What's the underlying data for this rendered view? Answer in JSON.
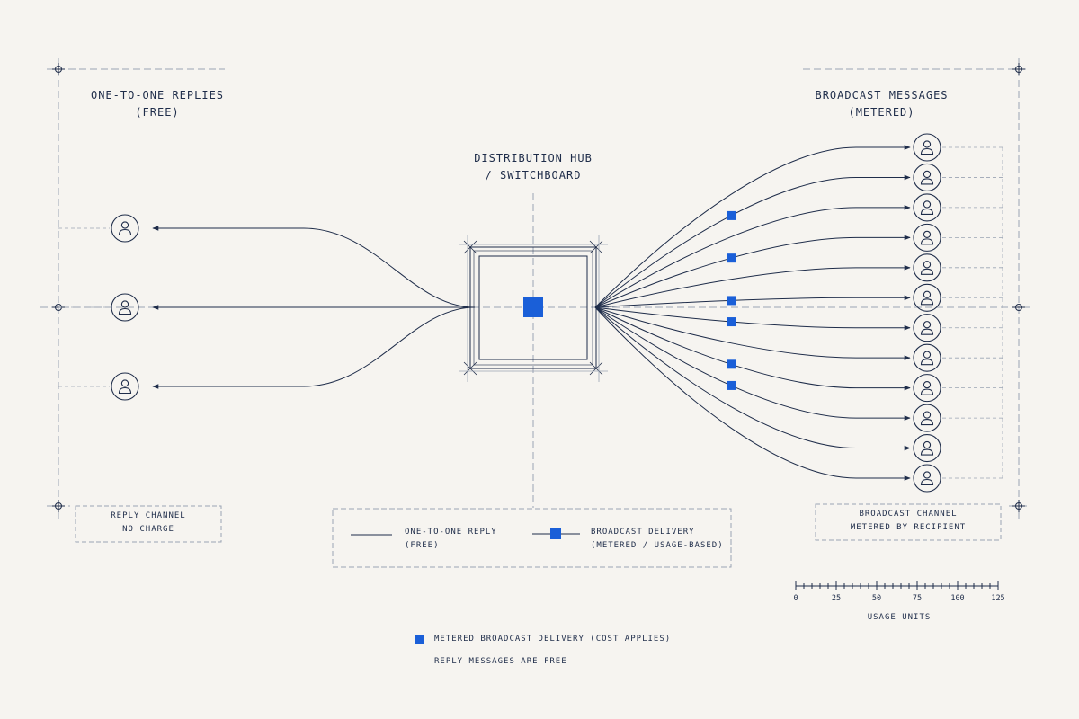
{
  "colors": {
    "background": "#f6f4f0",
    "ink": "#1f2d4a",
    "guide": "#9aa3b3",
    "accent": "#1a5fd8"
  },
  "left_section": {
    "title_line1": "ONE-TO-ONE REPLIES",
    "title_line2": "(FREE)",
    "recipient_count": 3,
    "recipient_icon": "user-circle-icon",
    "note_line1": "REPLY CHANNEL",
    "note_line2": "NO CHARGE"
  },
  "hub": {
    "title_line1": "DISTRIBUTION HUB",
    "title_line2": "/ SWITCHBOARD",
    "icon": "hub-square-icon"
  },
  "right_section": {
    "title_line1": "BROADCAST MESSAGES",
    "title_line2": "(METERED)",
    "recipient_count": 12,
    "recipient_icon": "user-circle-icon",
    "metered_markers_on_lines": [
      2,
      4,
      6,
      7,
      9,
      10
    ],
    "note_line1": "BROADCAST CHANNEL",
    "note_line2": "METERED BY RECIPIENT"
  },
  "legend": {
    "reply_line1": "ONE-TO-ONE REPLY",
    "reply_line2": "(FREE)",
    "broadcast_line1": "BROADCAST DELIVERY",
    "broadcast_line2": "(METERED / USAGE-BASED)"
  },
  "scale": {
    "ticks": [
      "0",
      "25",
      "50",
      "75",
      "100",
      "125"
    ],
    "label": "USAGE UNITS"
  },
  "footer": {
    "metered_note": "METERED BROADCAST DELIVERY (COST APPLIES)",
    "free_note": "REPLY MESSAGES ARE FREE"
  }
}
